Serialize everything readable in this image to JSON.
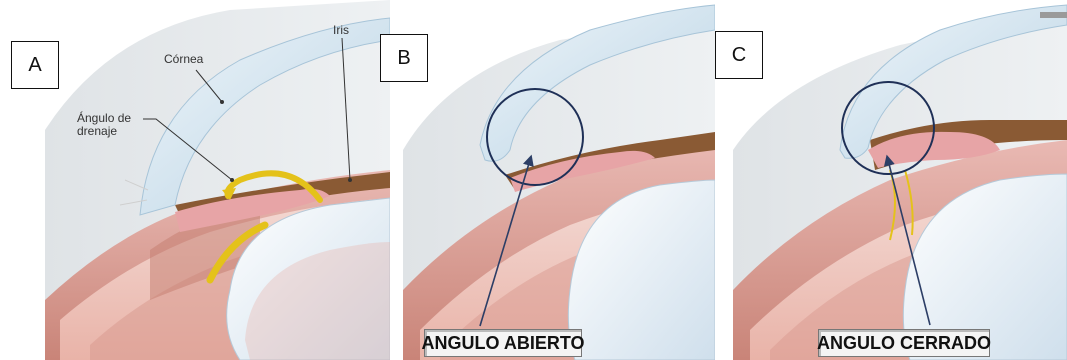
{
  "panels": [
    {
      "id": "A",
      "label": "A"
    },
    {
      "id": "B",
      "label": "B"
    },
    {
      "id": "C",
      "label": "C"
    }
  ],
  "annotations": {
    "cornea": "Córnea",
    "iris": "Iris",
    "angle_line1": "Ángulo de",
    "angle_line2": "drenaje"
  },
  "callouts": {
    "open_angle": "ANGULO ABIERTO",
    "closed_angle": "ANGULO CERRADO"
  },
  "colors": {
    "cornea": "#cfe2ee",
    "iris": "#8a5a34",
    "ciliary": "#e7a4a6",
    "lens": "#eaf2f8",
    "fluid_arrow": "#e4c21a",
    "highlight_circle": "#1f3057",
    "pointer_arrow": "#2c3e66"
  }
}
